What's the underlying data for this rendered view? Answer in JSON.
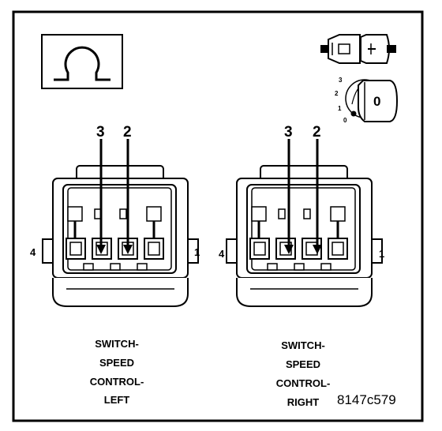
{
  "legend": {
    "key_positions": [
      "3",
      "2",
      "1",
      "0"
    ],
    "key_label": "0"
  },
  "left_connector": {
    "cavity_callouts": [
      "3",
      "2"
    ],
    "pin_left_label": "4",
    "pin_right_label": "1",
    "caption": [
      "SWITCH-",
      "SPEED",
      "CONTROL-",
      "LEFT"
    ]
  },
  "right_connector": {
    "cavity_callouts": [
      "3",
      "2"
    ],
    "pin_left_label": "4",
    "pin_right_label": "1",
    "caption": [
      "SWITCH-",
      "SPEED",
      "CONTROL-",
      "RIGHT"
    ]
  },
  "figure_ref": "8147c579"
}
